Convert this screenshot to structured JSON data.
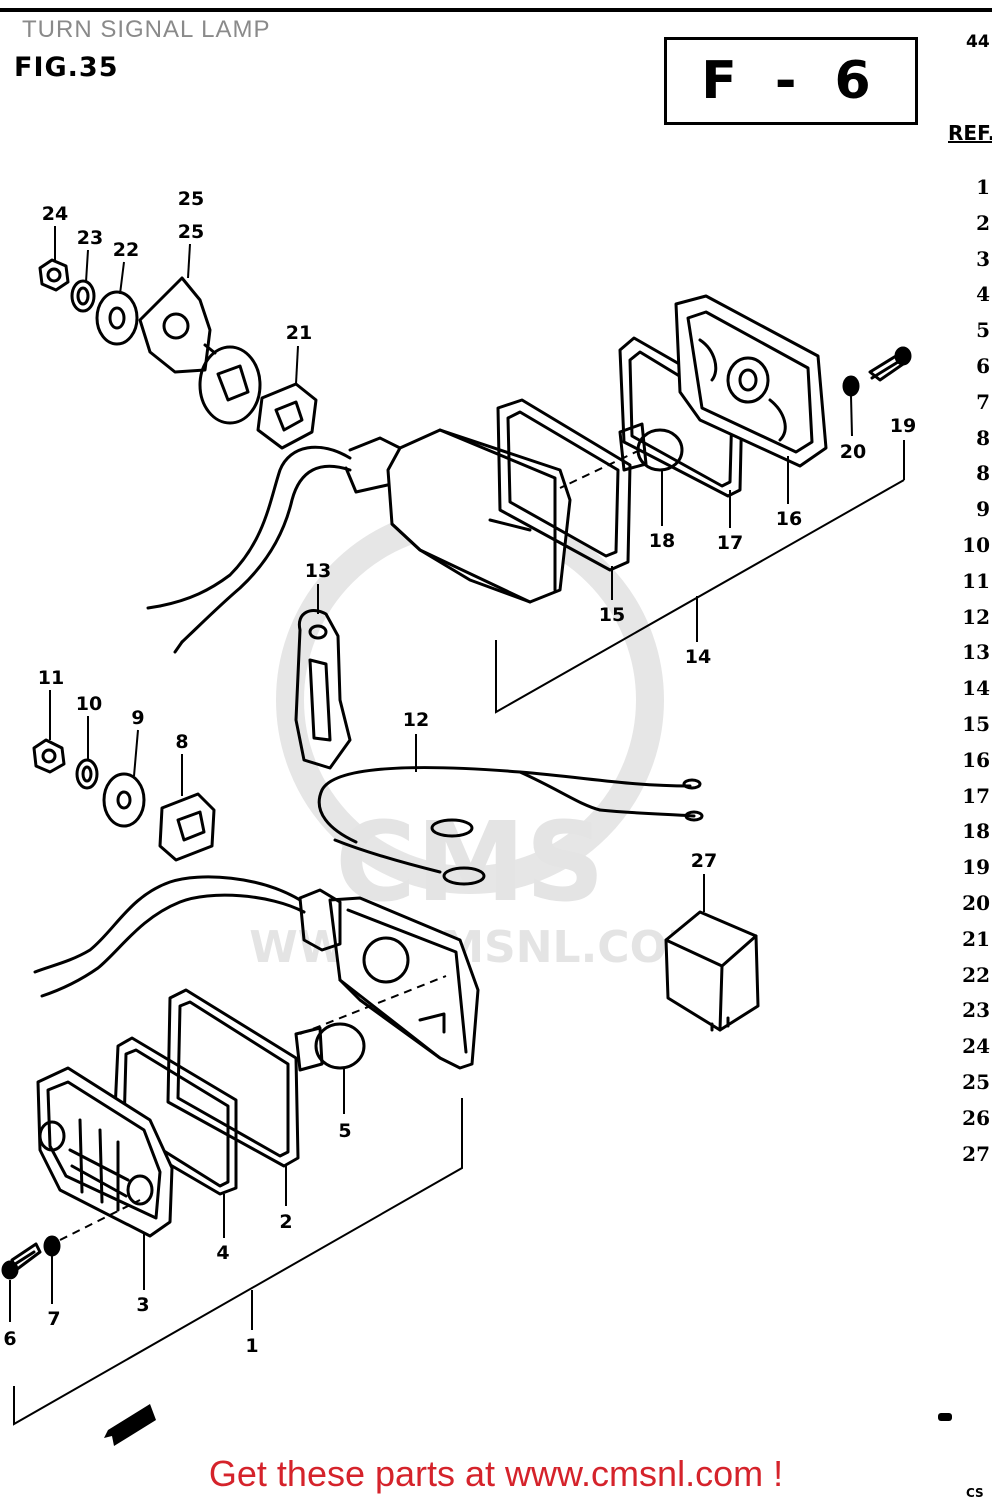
{
  "header": {
    "page_title": "TURN SIGNAL LAMP",
    "figure_label": "FIG.35",
    "section_code": "F - 6",
    "page_code": "44",
    "ref_heading": "REF.I"
  },
  "ref_numbers": [
    "1",
    "2",
    "3",
    "4",
    "5",
    "6",
    "7",
    "8",
    "8",
    "9",
    "10",
    "11",
    "12",
    "13",
    "14",
    "15",
    "16",
    "17",
    "18",
    "19",
    "20",
    "21",
    "22",
    "23",
    "24",
    "25",
    "26",
    "27"
  ],
  "callouts": {
    "c1": "1",
    "c2": "2",
    "c3": "3",
    "c4": "4",
    "c5": "5",
    "c6": "6",
    "c7": "7",
    "c8": "8",
    "c9": "9",
    "c10": "10",
    "c11": "11",
    "c12": "12",
    "c13": "13",
    "c14": "14",
    "c15": "15",
    "c16": "16",
    "c17": "17",
    "c18": "18",
    "c19": "19",
    "c20": "20",
    "c21": "21",
    "c22": "22",
    "c23": "23",
    "c24": "24",
    "c25a": "25",
    "c25b": "25",
    "c27": "27"
  },
  "watermark": {
    "main": "CMS",
    "url": "WWW.CMSNL.COM"
  },
  "footer": {
    "text": "Get these parts at www.cmsnl.com !",
    "color": "#d5232b"
  },
  "corner_text": "CS"
}
